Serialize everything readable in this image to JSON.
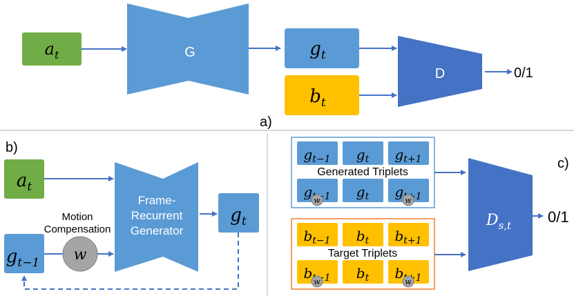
{
  "colors": {
    "green": "#70ad47",
    "light_blue": "#5b9bd5",
    "dark_blue": "#4472c4",
    "yellow": "#ffc000",
    "gray": "#a5a5a5",
    "orange_border": "#ed7d31",
    "arrow": "#4472c4"
  },
  "panel_a": {
    "label": "a)",
    "input": {
      "base": "a",
      "sub": "t"
    },
    "generator": "G",
    "generated": {
      "base": "g",
      "sub": "t"
    },
    "target": {
      "base": "b",
      "sub": "t"
    },
    "discriminator": "D",
    "output": "0/1"
  },
  "panel_b": {
    "label": "b)",
    "input": {
      "base": "a",
      "sub": "t"
    },
    "previous": {
      "base": "g",
      "sub": "t−1"
    },
    "warp": "w",
    "warp_caption_line1": "Motion",
    "warp_caption_line2": "Compensation",
    "generator_line1": "Frame-",
    "generator_line2": "Recurrent",
    "generator_line3": "Generator",
    "output": {
      "base": "g",
      "sub": "t"
    }
  },
  "panel_c": {
    "label": "c)",
    "generated_title": "Generated Triplets",
    "target_title": "Target Triplets",
    "generated_top": [
      {
        "base": "g",
        "sub": "t−1"
      },
      {
        "base": "g",
        "sub": "t"
      },
      {
        "base": "g",
        "sub": "t+1"
      }
    ],
    "generated_bottom": [
      {
        "base": "g",
        "sub": "t−1",
        "warp": "w"
      },
      {
        "base": "g",
        "sub": "t"
      },
      {
        "base": "g",
        "sub": "t+1",
        "warp": "w"
      }
    ],
    "target_top": [
      {
        "base": "b",
        "sub": "t−1"
      },
      {
        "base": "b",
        "sub": "t"
      },
      {
        "base": "b",
        "sub": "t+1"
      }
    ],
    "target_bottom": [
      {
        "base": "b",
        "sub": "t−1",
        "warp": "w"
      },
      {
        "base": "b",
        "sub": "t"
      },
      {
        "base": "b",
        "sub": "t+1",
        "warp": "w"
      }
    ],
    "discriminator": {
      "base": "D",
      "sub": "s,t"
    },
    "output": "0/1"
  }
}
